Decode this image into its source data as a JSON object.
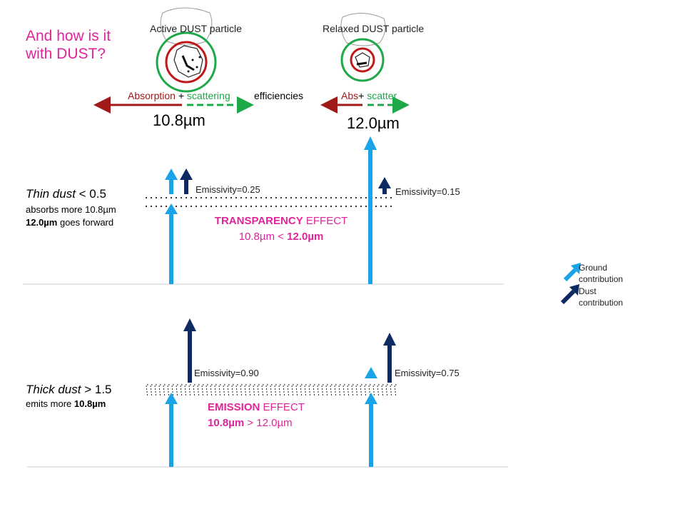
{
  "title": "And how is it with DUST?",
  "particles": {
    "active": "Active DUST particle",
    "relaxed": "Relaxed DUST particle"
  },
  "efficiencies": {
    "absorption": "Absorption",
    "plus": " + ",
    "scattering": "scattering",
    "word": "efficiencies",
    "abs_short": "Abs",
    "plus_short": "+ ",
    "scatter_short": "scatter"
  },
  "wavelengths": {
    "left": "10.8µm",
    "right": "12.0µm"
  },
  "thin": {
    "heading": "Thin dust",
    "op": " < 0.5",
    "line1": "absorbs more 10.8µm",
    "line2_bold": "12.0µm",
    "line2_rest": " goes forward",
    "emissivity_left": "Emissivity=0.25",
    "emissivity_right": "Emissivity=0.15",
    "effect_bold": "TRANSPARENCY",
    "effect_rest": " EFFECT",
    "relation_left": "10.8µm < ",
    "relation_bold": "12.0µm"
  },
  "thick": {
    "heading": "Thick dust",
    "op": " > 1.5",
    "line_rest": "emits more ",
    "line_bold": "10.8µm",
    "emissivity_left": "Emissivity=0.90",
    "emissivity_right": "Emissivity=0.75",
    "effect_bold": "EMISSION",
    "effect_rest": " EFFECT",
    "relation_bold": "10.8µm",
    "relation_rest": " > 12.0µm"
  },
  "legend": {
    "ground": "Ground contribution",
    "dust": "Dust contribution"
  },
  "colors": {
    "ground": "#1aa3e6",
    "dust": "#0e2a63",
    "magenta": "#e0249a",
    "absorption": "#a01a1a",
    "scattering": "#1ea84a",
    "circle_outer": "#1ea84a",
    "circle_inner": "#c01818"
  }
}
